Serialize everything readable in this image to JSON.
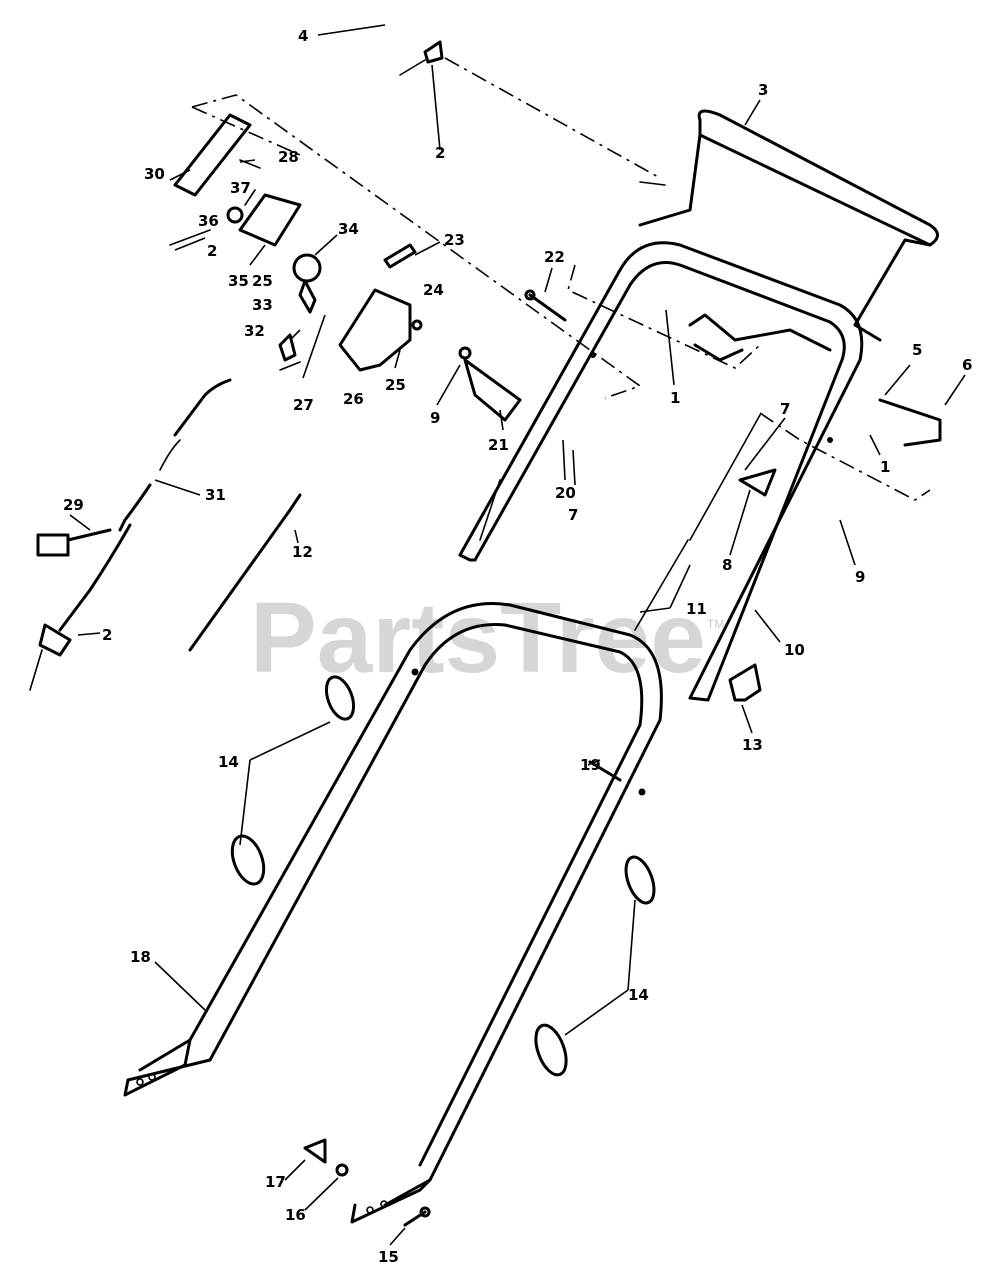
{
  "watermark": {
    "text": "PartsTree",
    "mark": "TM"
  },
  "callouts": [
    {
      "id": "c4",
      "text": "4"
    },
    {
      "id": "c2a",
      "text": "2"
    },
    {
      "id": "c3",
      "text": "3"
    },
    {
      "id": "c30",
      "text": "30"
    },
    {
      "id": "c28",
      "text": "28"
    },
    {
      "id": "c37",
      "text": "37"
    },
    {
      "id": "c36",
      "text": "36"
    },
    {
      "id": "c2b",
      "text": "2"
    },
    {
      "id": "c35",
      "text": "35"
    },
    {
      "id": "c25a",
      "text": "25"
    },
    {
      "id": "c34",
      "text": "34"
    },
    {
      "id": "c23",
      "text": "23"
    },
    {
      "id": "c22",
      "text": "22"
    },
    {
      "id": "c33",
      "text": "33"
    },
    {
      "id": "c32",
      "text": "32"
    },
    {
      "id": "c27",
      "text": "27"
    },
    {
      "id": "c24",
      "text": "24"
    },
    {
      "id": "c26",
      "text": "26"
    },
    {
      "id": "c25b",
      "text": "25"
    },
    {
      "id": "c9a",
      "text": "9"
    },
    {
      "id": "c21",
      "text": "21"
    },
    {
      "id": "c20",
      "text": "20"
    },
    {
      "id": "c7a",
      "text": "7"
    },
    {
      "id": "c1a",
      "text": "1"
    },
    {
      "id": "c5",
      "text": "5"
    },
    {
      "id": "c6",
      "text": "6"
    },
    {
      "id": "c7b",
      "text": "7"
    },
    {
      "id": "c1b",
      "text": "1"
    },
    {
      "id": "c29",
      "text": "29"
    },
    {
      "id": "c31",
      "text": "31"
    },
    {
      "id": "c12",
      "text": "12"
    },
    {
      "id": "c8",
      "text": "8"
    },
    {
      "id": "c9b",
      "text": "9"
    },
    {
      "id": "c2c",
      "text": "2"
    },
    {
      "id": "c11",
      "text": "11"
    },
    {
      "id": "c10",
      "text": "10"
    },
    {
      "id": "c13",
      "text": "13"
    },
    {
      "id": "c14a",
      "text": "14"
    },
    {
      "id": "c19",
      "text": "19"
    },
    {
      "id": "c18",
      "text": "18"
    },
    {
      "id": "c14b",
      "text": "14"
    },
    {
      "id": "c17",
      "text": "17"
    },
    {
      "id": "c16",
      "text": "16"
    },
    {
      "id": "c15",
      "text": "15"
    }
  ]
}
